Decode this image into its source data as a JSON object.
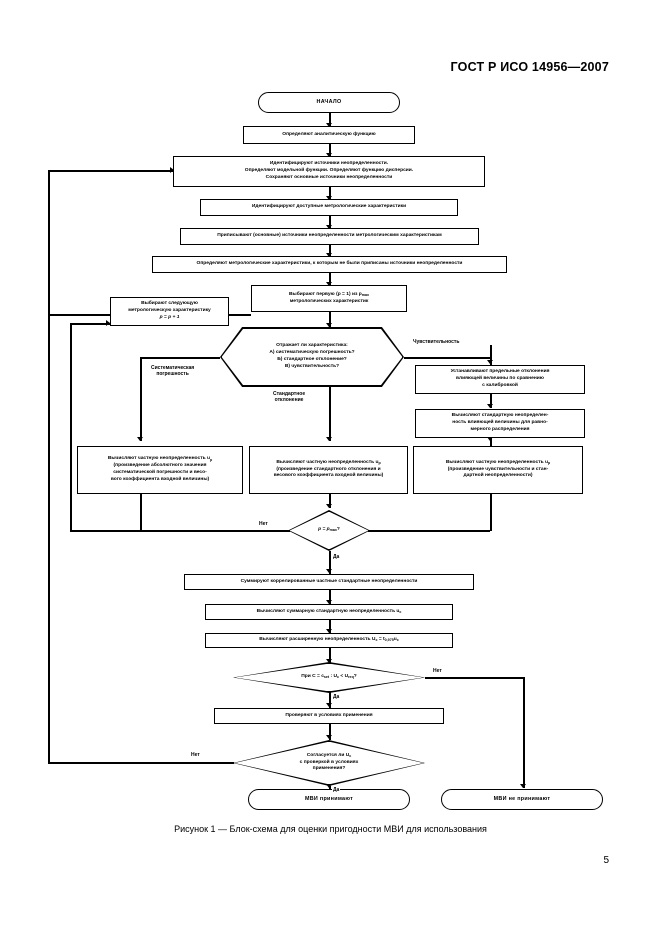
{
  "document": {
    "standard_header": "ГОСТ Р ИСО 14956—2007",
    "page_number": "5",
    "figure_caption": "Рисунок 1 — Блок-схема для оценки пригодности МВИ для использования"
  },
  "flowchart": {
    "nodes": {
      "start": "НАЧАЛО",
      "define_analytic_function": "Определяют аналитическую функцию",
      "identify_sources": "Идентифицируют источники неопределенности. Определяют модельной функции. Определяют функцию дисперсии. Сохраняют основные источники неопределенности",
      "identify_sources_l1": "Идентифицируют источники неопределенности.",
      "identify_sources_l2": "Определяют модельной функции. Определяют функцию дисперсии.",
      "identify_sources_l3": "Сохраняют основные источники неопределенности",
      "identify_available_mc": "Идентифицируют доступные метрологические характеристики",
      "assign_sources": "Приписывают (основные) источники неопределенности метрологическим характеристикам",
      "determine_mc_without_sources": "Определяют метрологические характеристики, к которым не были приписаны источники неопределенности",
      "select_first_mc_l1": "Выбирают первую (p = 1) из p",
      "select_first_mc_l1_sub": "max",
      "select_first_mc_l2": "метрологических характеристик",
      "select_next_mc_l1": "Выбирают следующую",
      "select_next_mc_l2": "метрологическую характеристику",
      "select_next_mc_l3": "p = p + 1",
      "decision_characteristic_l1": "Отражает ли характеристика:",
      "decision_characteristic_l2": "А) систематическую погрешность?",
      "decision_characteristic_l3": "Б) стандартное отклонение?",
      "decision_characteristic_l4": "В) чувствительность?",
      "set_limit_deviations_l1": "Устанавливают предельные отклонения",
      "set_limit_deviations_l2": "влияющей величины по сравнению",
      "set_limit_deviations_l3": "с калибровкой",
      "calc_std_uncert_uniform_l1": "Вычисляют стандартную неопределен-",
      "calc_std_uncert_uniform_l2": "ность влияющей величины для равно-",
      "calc_std_uncert_uniform_l3": "мерного распределения",
      "branch_a_l1": "Вычисляют частную неопределенность u",
      "branch_a_l1_sub": "p",
      "branch_a_l2": "(произведение абсолютного значения",
      "branch_a_l3": "систематической погрешности и весо-",
      "branch_a_l4": "вого коэффициента входной величины)",
      "branch_b_l1": "Вычисляют частную неопределенность u",
      "branch_b_l1_sub": "p",
      "branch_b_l2": "(произведение стандартного отклонения и",
      "branch_b_l3": "весового коэффициента входной величины)",
      "branch_c_l1": "Вычисляют частную неопределенность u",
      "branch_c_l1_sub": "p",
      "branch_c_l2": "(произведение чувствительности и стан-",
      "branch_c_l3": "дартной неопределенности)",
      "decision_pmax_l1": "p = p",
      "decision_pmax_sub": "max",
      "decision_pmax_l2": "?",
      "sum_correlated": "Суммируют коррелированные частные стандартные неопределенности",
      "calc_combined_l1": "Вычисляют суммарную стандартную неопределенность u",
      "calc_combined_sub": "c",
      "calc_expanded_l1": "Вычисляют расширенную неопределенность U",
      "calc_expanded_sub1": "c",
      "calc_expanded_l2": " = t",
      "calc_expanded_sub2": "0,975",
      "calc_expanded_l3": "u",
      "calc_expanded_sub3": "c",
      "decision_uc_l1": "При C = c",
      "decision_uc_sub1": "set",
      "decision_uc_l2": " : U",
      "decision_uc_sub2": "c",
      "decision_uc_l3": " < U",
      "decision_uc_sub3": "req",
      "decision_uc_l4": "?",
      "verify_in_use": "Проверяют в условиях применения",
      "decision_agree_l1": "Согласуется ли U",
      "decision_agree_sub": "c",
      "decision_agree_l2": "с проверкой в условиях",
      "decision_agree_l3": "применения?",
      "accept": "МВИ принимают",
      "reject": "МВИ не принимают"
    },
    "branch_labels": {
      "systematic_error": "Систематическая погрешность",
      "systematic_error_l1": "Систематическая",
      "systematic_error_l2": "погрешность",
      "std_deviation_l1": "Стандартное",
      "std_deviation_l2": "отклонение",
      "sensitivity": "Чувствительность",
      "no_pmax": "Нет",
      "yes_pmax": "Да",
      "no_uc": "Нет",
      "yes_uc": "Да",
      "no_agree": "Нет",
      "yes_agree": "Да"
    }
  }
}
